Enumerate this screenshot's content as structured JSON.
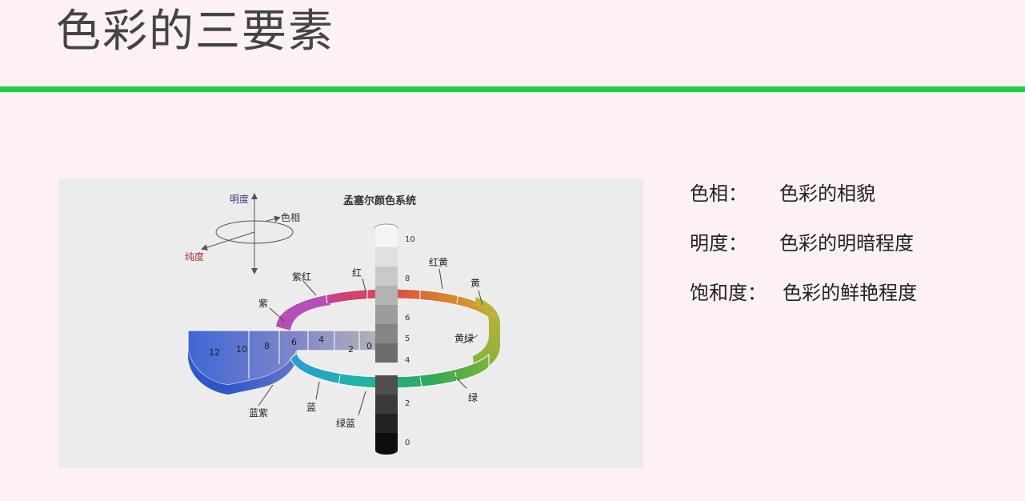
{
  "slide": {
    "title": "色彩的三要素"
  },
  "figure": {
    "title": "孟塞尔颜色系统",
    "axis_labels": {
      "value": "明度",
      "hue": "色相",
      "chroma": "纯度"
    },
    "value_scale": [
      "10",
      "8",
      "6",
      "5",
      "4",
      "2",
      "0"
    ],
    "chroma_scale": [
      "12",
      "10",
      "8",
      "6",
      "4",
      "2",
      "0"
    ],
    "hue_names": {
      "purple_red": "紫红",
      "red": "红",
      "red_yellow": "红黄",
      "yellow": "黄",
      "purple": "紫",
      "yellow_green": "黄绿",
      "green": "绿",
      "blue_green": "绿蓝",
      "blue": "蓝",
      "blue_purple": "蓝紫"
    }
  },
  "definitions": [
    {
      "term": "色相：",
      "desc": "色彩的相貌"
    },
    {
      "term": "明度：",
      "desc": "色彩的明暗程度"
    },
    {
      "term": "饱和度：",
      "desc": "色彩的鲜艳程度"
    }
  ]
}
